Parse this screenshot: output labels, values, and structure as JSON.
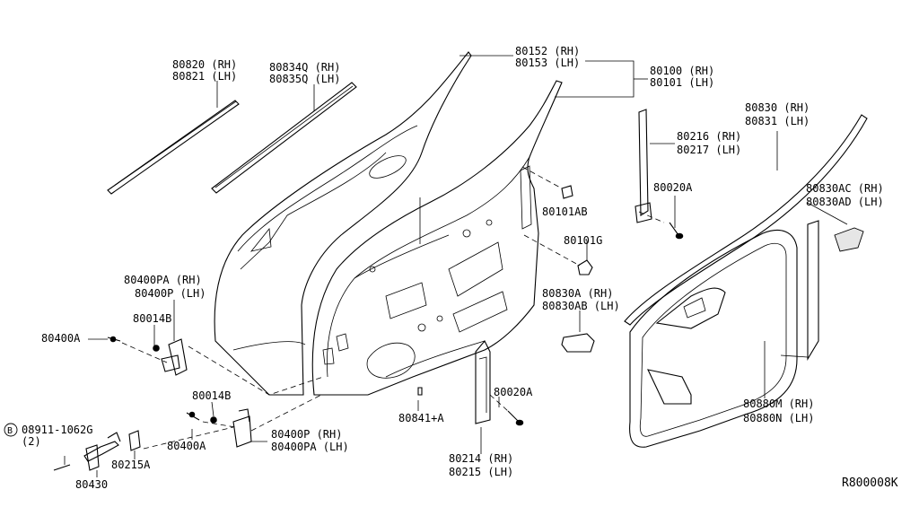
{
  "diagram_id": "R800008K",
  "labels": {
    "l80820": "80820 (RH)",
    "l80821": "80821 (LH)",
    "l80834q": "80834Q (RH)",
    "l80835q": "80835Q (LH)",
    "l80152": "80152 (RH)",
    "l80153": "80153 (LH)",
    "l80100": "80100 (RH)",
    "l80101": "80101 (LH)",
    "l80830": "80830 (RH)",
    "l80831": "80831 (LH)",
    "l80216": "80216 (RH)",
    "l80217": "80217 (LH)",
    "l80020a_top": "80020A",
    "l80101ab": "80101AB",
    "l80830ac": "80830AC (RH)",
    "l80830ad": "80830AD (LH)",
    "l80101g": "80101G",
    "l80830a": "80830A (RH)",
    "l80830ab": "80830AB (LH)",
    "l80400pa_rh": "80400PA (RH)",
    "l80400p_lh": "80400P (LH)",
    "l80014b_top": "80014B",
    "l80400a_top": "80400A",
    "l80014b_bot": "80014B",
    "l80400a_bot": "80400A",
    "l80400p_rh": "80400P (RH)",
    "l80400pa_lh": "80400PA (LH)",
    "l80841a": "80841+A",
    "l80020a_bot": "80020A",
    "l80214": "80214 (RH)",
    "l80215": "80215 (LH)",
    "l80880m": "80880M (RH)",
    "l80880n": "80880N (LH)",
    "bolt_symbol": "B",
    "l08911": "08911-1062G",
    "l08911_qty": "(2)",
    "l80215a": "80215A",
    "l80430": "80430"
  }
}
